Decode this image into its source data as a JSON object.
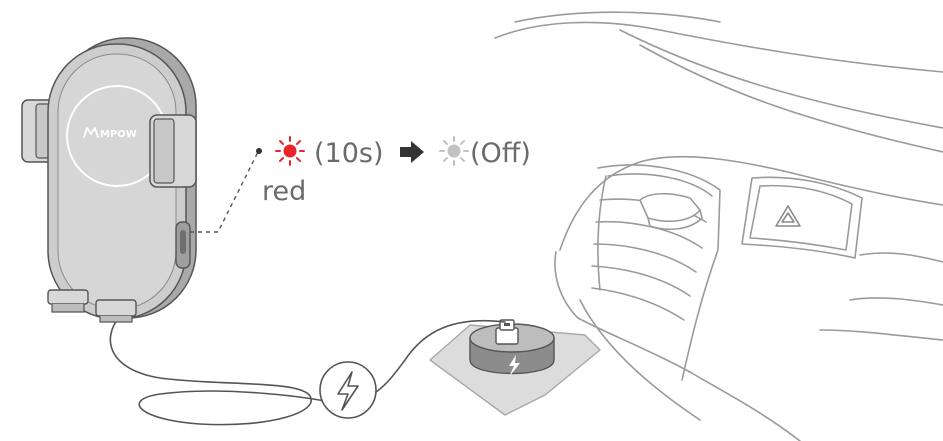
{
  "device": {
    "brand": "MPOW"
  },
  "indicator": {
    "timing": "(10s)",
    "off_state": "(Off)",
    "color_label": "red",
    "colors": {
      "red": "#e8262d",
      "off": "#c2c2c2",
      "arrow": "#333333"
    }
  },
  "icons": {
    "lightning": "lightning-bolt-icon",
    "sun_on": "sun-red-icon",
    "sun_off": "sun-grey-icon",
    "arrow": "arrow-right-icon",
    "hazard": "hazard-triangle-icon"
  }
}
